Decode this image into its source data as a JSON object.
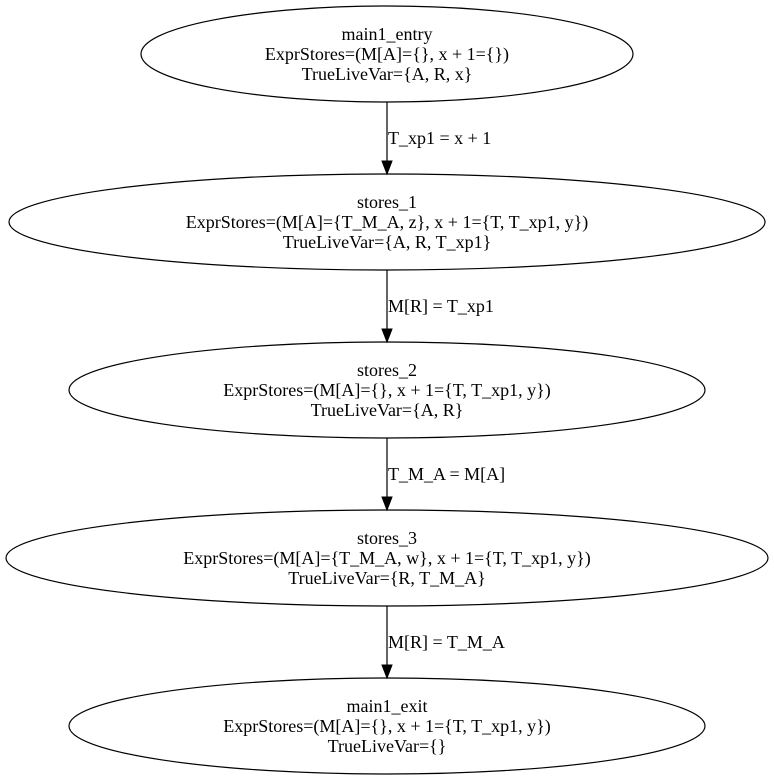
{
  "nodes": [
    {
      "id": "main1_entry",
      "title": "main1_entry",
      "expr_stores": "ExprStores=(M[A]={}, x + 1={})",
      "true_live_var": "TrueLiveVar={A, R, x}"
    },
    {
      "id": "stores_1",
      "title": "stores_1",
      "expr_stores": "ExprStores=(M[A]={T_M_A, z}, x + 1={T, T_xp1, y})",
      "true_live_var": "TrueLiveVar={A, R, T_xp1}"
    },
    {
      "id": "stores_2",
      "title": "stores_2",
      "expr_stores": "ExprStores=(M[A]={}, x + 1={T, T_xp1, y})",
      "true_live_var": "TrueLiveVar={A, R}"
    },
    {
      "id": "stores_3",
      "title": "stores_3",
      "expr_stores": "ExprStores=(M[A]={T_M_A, w}, x + 1={T, T_xp1, y})",
      "true_live_var": "TrueLiveVar={R, T_M_A}"
    },
    {
      "id": "main1_exit",
      "title": "main1_exit",
      "expr_stores": "ExprStores=(M[A]={}, x + 1={T, T_xp1, y})",
      "true_live_var": "TrueLiveVar={}"
    }
  ],
  "edges": [
    {
      "from": "main1_entry",
      "to": "stores_1",
      "label": "T_xp1 = x + 1"
    },
    {
      "from": "stores_1",
      "to": "stores_2",
      "label": "M[R] = T_xp1"
    },
    {
      "from": "stores_2",
      "to": "stores_3",
      "label": "T_M_A = M[A]"
    },
    {
      "from": "stores_3",
      "to": "main1_exit",
      "label": "M[R] = T_M_A"
    }
  ]
}
